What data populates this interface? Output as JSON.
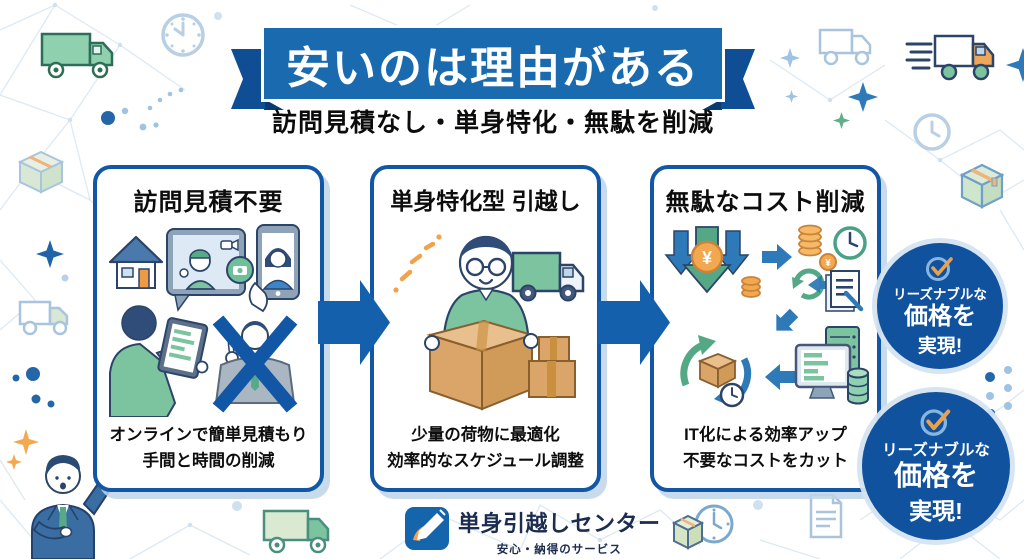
{
  "banner": {
    "title": "安いのは理由がある",
    "subtitle": "訪問見積なし・単身特化・無駄を削減"
  },
  "panels": [
    {
      "title": "訪問見積不要",
      "caption_line1": "オンラインで簡単見積もり",
      "caption_line2": "手間と時間の削減"
    },
    {
      "title": "単身特化型 引越し",
      "caption_line1": "少量の荷物に最適化",
      "caption_line2": "効率的なスケジュール調整"
    },
    {
      "title": "無駄なコスト削減",
      "caption_line1": "IT化による効率アップ",
      "caption_line2": "不要なコストをカット"
    }
  ],
  "badges": [
    {
      "line1": "リーズナブルな",
      "line2": "価格を",
      "line3": "実現!"
    },
    {
      "line1": "リーズナブルな",
      "line2": "価格を",
      "line3": "実現!"
    }
  ],
  "footer_logo": {
    "name": "単身引越しセンター",
    "tagline": "安心・納得のサービス"
  },
  "symbols": {
    "yen": "¥"
  },
  "colors": {
    "primary_blue": "#1565ad",
    "banner_blue": "#1a6ab0",
    "ribbon_tail_blue": "#0f4e94",
    "badge_blue": "#11529e",
    "panel_border_blue": "#1257a5",
    "accent_green": "#7cc4a0",
    "accent_orange": "#f0a24c",
    "cardboard_brown": "#dba56a",
    "mesh_light_blue": "#dde9f3",
    "text_black": "#111111",
    "logo_navy": "#1b2c4f"
  },
  "icons": {
    "badge_check": "check-circle",
    "decorations": [
      "truck",
      "speed-truck",
      "clock",
      "box",
      "sparkle",
      "dots",
      "network-mesh",
      "businessman"
    ]
  }
}
